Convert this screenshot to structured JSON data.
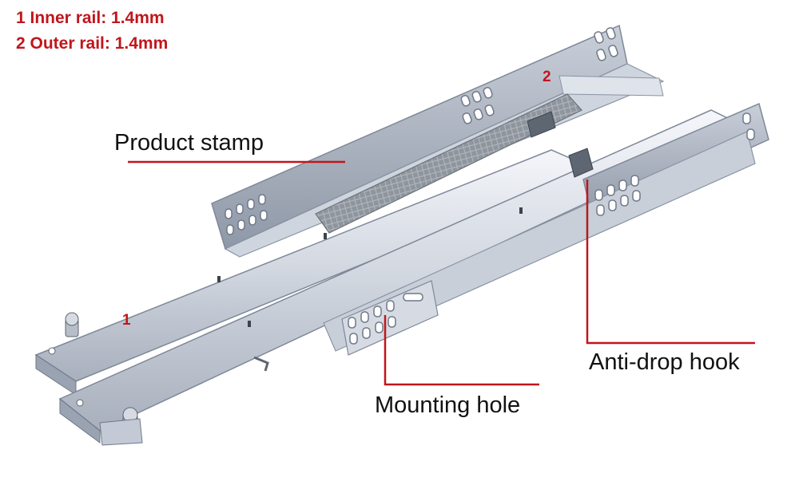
{
  "specs": [
    {
      "text": "1 Inner rail: 1.4mm"
    },
    {
      "text": "2 Outer rail: 1.4mm"
    }
  ],
  "part_numbers": {
    "inner": "1",
    "outer": "2"
  },
  "callouts": {
    "product_stamp": "Product stamp",
    "anti_drop_hook": "Anti-drop hook",
    "mounting_hole": "Mounting hole"
  },
  "colors": {
    "accent": "#c0161c",
    "rail_light": "#eef1f6",
    "rail_mid": "#c3cad6",
    "rail_dark": "#8a94a4",
    "pad": "#9aa0a8"
  },
  "icons": [
    "drawer-slide-rail-illustration"
  ]
}
